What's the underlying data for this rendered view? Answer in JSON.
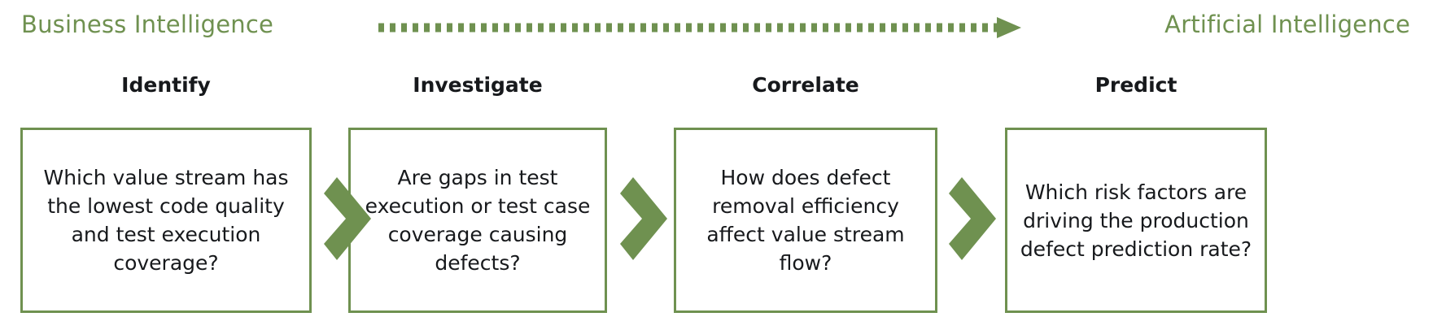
{
  "header": {
    "left_label": "Business Intelligence",
    "right_label": "Artificial Intelligence",
    "arrow_name": "dotted-progress-arrow",
    "arrow_direction": "left-to-right"
  },
  "colors": {
    "accent_green": "#6f9150",
    "text_dark": "#17191c",
    "background": "#ffffff",
    "box_border": "#6f9150"
  },
  "steps": [
    {
      "title": "Identify",
      "text": "Which value stream has the lowest code quality and test execution coverage?"
    },
    {
      "title": "Investigate",
      "text": "Are gaps in test execution or test case coverage causing defects?"
    },
    {
      "title": "Correlate",
      "text": "How does defect removal efficiency affect value stream flow?"
    },
    {
      "title": "Predict",
      "text": "Which risk factors are driving the production defect prediction rate?"
    }
  ],
  "connectors": [
    {
      "name": "chevron-1-to-2"
    },
    {
      "name": "chevron-2-to-3"
    },
    {
      "name": "chevron-3-to-4"
    }
  ]
}
